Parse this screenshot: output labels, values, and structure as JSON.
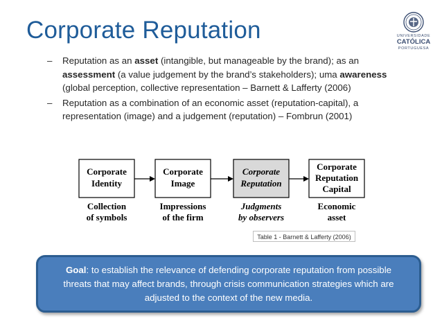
{
  "slide": {
    "title": "Corporate Reputation"
  },
  "logo": {
    "line1": "UNIVERSIDADE",
    "line2": "CATÓLICA",
    "line3": "PORTUGUESA",
    "brand_color": "#3b4e72"
  },
  "bullets": [
    {
      "dash": "–",
      "p1": "Reputation as an ",
      "b1": "asset",
      "p2": " (intangible, but manageable by the brand); as an",
      "b2": "assessment",
      "p3": " (a value judgement by the brand’s stakeholders); uma ",
      "b3": "awareness",
      "p4": "(global perception, collective representation – Barnett & Lafferty (2006)"
    },
    {
      "dash": "–",
      "line1": "Reputation as a combination of an economic asset (reputation-capital), a",
      "line2": "representation (image) and a judgement (reputation) – Fombrun (2001)"
    }
  ],
  "diagram": {
    "stages": [
      {
        "box_lines": [
          "Corporate",
          "Identity"
        ],
        "below_lines": [
          "Collection",
          "of symbols"
        ],
        "highlighted": false
      },
      {
        "box_lines": [
          "Corporate",
          "Image"
        ],
        "below_lines": [
          "Impressions",
          "of the firm"
        ],
        "highlighted": false
      },
      {
        "box_lines": [
          "Corporate",
          "Reputation"
        ],
        "below_lines": [
          "Judgments",
          "by observers"
        ],
        "highlighted": true
      },
      {
        "box_lines": [
          "Corporate",
          "Reputation",
          "Capital"
        ],
        "below_lines": [
          "Economic",
          "asset"
        ],
        "highlighted": false
      }
    ],
    "highlight_color": "#d9d9d9"
  },
  "caption": "Table 1 - Barnett & Lafferty (2006)",
  "goal": {
    "label": "Goal",
    "line1_rest": ": to establish the relevance of defending corporate reputation from possible",
    "line2": "threats that may affect brands, through crisis communication strategies which are",
    "line3": "adjusted to the context of the new media.",
    "fill_color": "#4a7ebc",
    "border_color": "#2c5d90"
  }
}
